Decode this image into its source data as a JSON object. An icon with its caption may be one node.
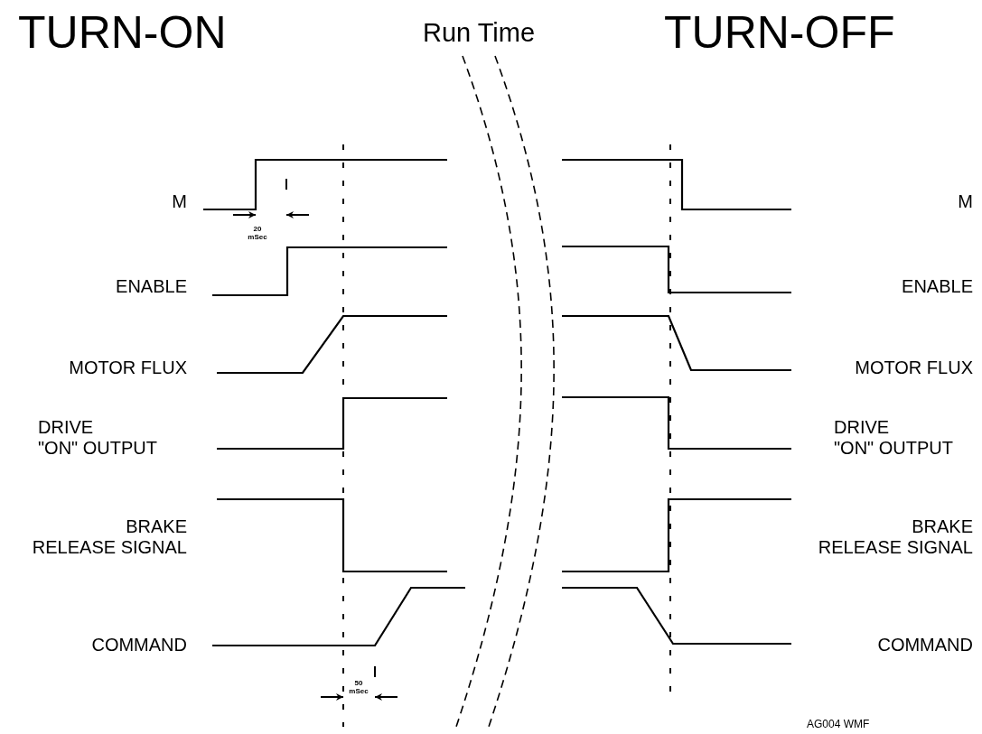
{
  "diagram": {
    "labels": [
      "TURN-ON",
      "Run Time",
      "TURN-OFF",
      "M",
      "M",
      "20 mSec",
      "ENABLE",
      "ENABLE",
      "MOTOR FLUX",
      "MOTOR FLUX",
      "DRIVE \"ON\" OUTPUT",
      "DRIVE \"ON\" OUTPUT",
      "BRAKE RELEASE SIGNAL",
      "BRAKE RELEASE SIGNAL",
      "COMMAND",
      "COMMAND",
      "50 mSec",
      "AG004 WMF"
    ]
  }
}
